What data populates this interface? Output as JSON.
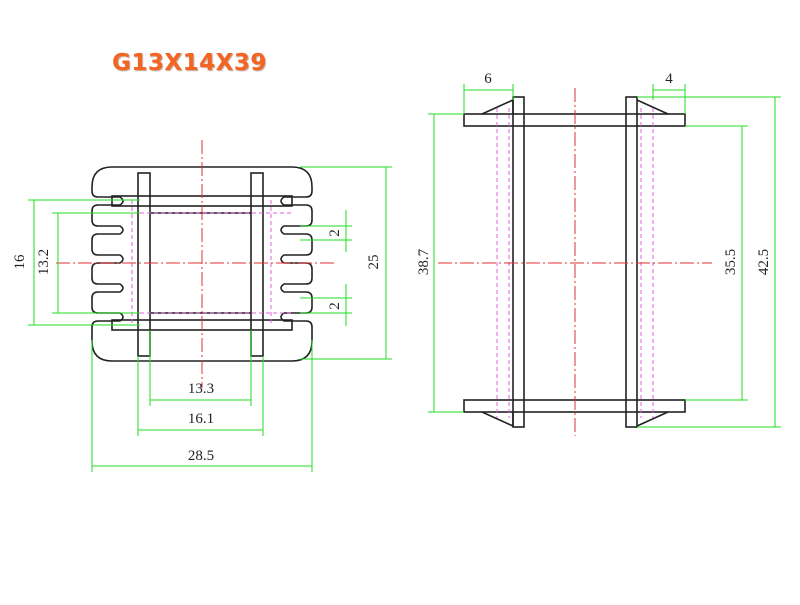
{
  "title": "G13X14X39",
  "colors": {
    "title": "#f26522",
    "outline": "#222222",
    "dimension": "#22dd22",
    "centerline": "#e03030",
    "hidden": "#e060e0"
  },
  "front_view": {
    "dims": {
      "d16": "16",
      "d13_2": "13.2",
      "d25": "25",
      "d2_top": "2",
      "d2_bottom": "2",
      "d13_3": "13.3",
      "d16_1": "16.1",
      "d28_5": "28.5"
    }
  },
  "side_view": {
    "dims": {
      "d6": "6",
      "d4": "4",
      "d38_7": "38.7",
      "d35_5": "35.5",
      "d42_5": "42.5"
    }
  }
}
